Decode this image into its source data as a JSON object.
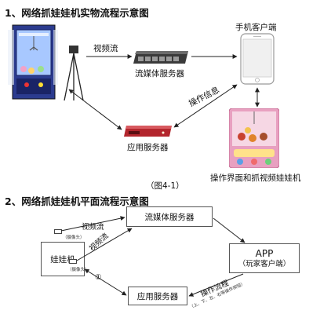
{
  "section1": {
    "title": "1、网络抓娃娃机实物流程示意图",
    "stream_label": "视频流",
    "streaming_server": "流媒体服务器",
    "mobile_client": "手机客户端",
    "operation_info": "操作信息",
    "app_server": "应用服务器",
    "ui_caption": "操作界面和抓视频娃娃机",
    "figure_caption": "（图4-1）"
  },
  "section2": {
    "title": "2、网络抓娃娃机平面流程示意图",
    "claw_machine": "娃娃机",
    "camera_label": "（摄像头）",
    "stream_label_1": "视频流",
    "stream_label_2": "视频流",
    "streaming_server": "流媒体服务器",
    "app_line1": "APP",
    "app_line2": "（玩家客户端）",
    "app_server": "应用服务器",
    "operation_flow": "操作流程",
    "operation_keys": "（上、下、左、右等操作按钮）",
    "circle_number": "①"
  },
  "colors": {
    "claw_frame": "#2b3b8f",
    "claw_light": "#a8c8ff",
    "server_body": "#3a3a3a",
    "app_server_red": "#b3262d",
    "phone_screen": "#f0f0f0",
    "game_screen": "#e8a0c0",
    "arrow": "#222222"
  }
}
